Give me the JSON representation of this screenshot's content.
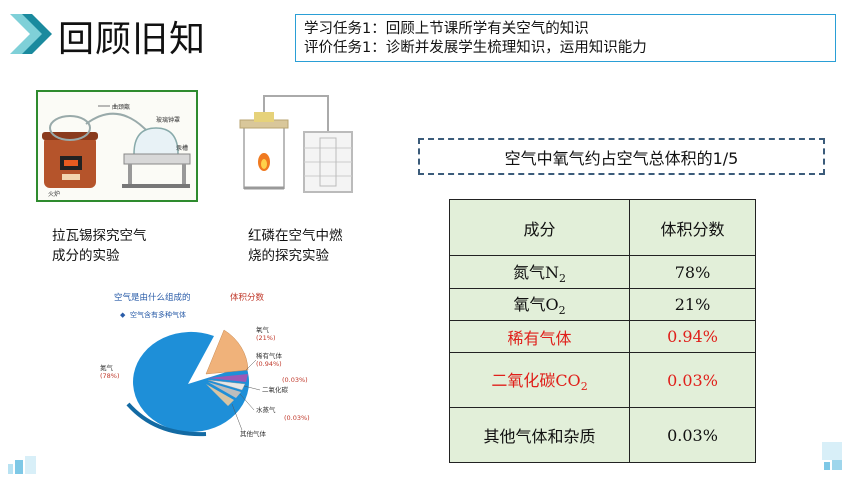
{
  "header": {
    "title": "回顾旧知",
    "tasks": [
      "学习任务1：回顾上节课所学有关空气的知识",
      "评价任务1：诊断并发展学生梳理知识，运用知识能力"
    ]
  },
  "images": {
    "lavoisier_caption_line1": "拉瓦锡探究空气",
    "lavoisier_caption_line2": "成分的实验",
    "phosphorus_caption_line1": "红磷在空气中燃",
    "phosphorus_caption_line2": "烧的探究实验",
    "lavoisier_labels": [
      "曲颈甑",
      "玻璃钟罩",
      "汞槽",
      "火炉"
    ],
    "pie_chart": {
      "title": "空气是由什么组成的",
      "subtitle": "空气含有多种气体",
      "header_right": "体积分数",
      "labels": {
        "n2": "氮气",
        "n2_pct": "(78%)",
        "o2": "氧气",
        "o2_pct": "(21%)",
        "rare": "稀有气体",
        "rare_pct": "(0.94%)",
        "co2": "二氧化碳",
        "co2_pct": "(0.03%)",
        "water": "水蒸气",
        "other": "其他气体",
        "other_pct": "(0.03%)"
      },
      "colors": {
        "n2": "#1e8fd8",
        "o2": "#f0b27a",
        "rare": "#9b59b6",
        "co2": "#e6e6e6",
        "water": "#bdbdbd",
        "other": "#d7c4a3"
      }
    }
  },
  "statement": "空气中氧气约占空气总体积的1/5",
  "table": {
    "headers": [
      "成分",
      "体积分数"
    ],
    "rows": [
      {
        "name": "氮气N",
        "sub": "2",
        "value": "78%",
        "red": false
      },
      {
        "name": "氧气O",
        "sub": "2",
        "value": "21%",
        "red": false
      },
      {
        "name": "稀有气体",
        "sub": "",
        "value": "0.94%",
        "red": true
      },
      {
        "name": "二氧化碳CO",
        "sub": "2",
        "value": "0.03%",
        "red": true
      },
      {
        "name": "其他气体和杂质",
        "sub": "",
        "value": "0.03%",
        "red": false
      }
    ],
    "colors": {
      "cell_bg": "#e2efd9",
      "highlight": "#e0201b"
    }
  },
  "theme": {
    "accent": "#2a9fd6",
    "chevron_dark": "#1a8a9e",
    "chevron_light": "#7fd0d8"
  }
}
